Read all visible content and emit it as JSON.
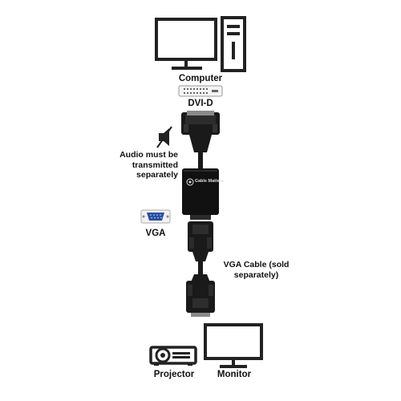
{
  "labels": {
    "computer": "Computer",
    "dvid": "DVI-D",
    "audio": "Audio must be transmitted separately",
    "vga": "VGA",
    "vga_cable": "VGA Cable (sold separately)",
    "projector": "Projector",
    "monitor": "Monitor"
  },
  "brand": {
    "text": "Cable Matters"
  },
  "icons": {
    "computer": "desktop-computer-icon",
    "dvi_port": "dvi-port-icon",
    "audio_muted": "speaker-muted-icon",
    "vga_port": "vga-port-icon",
    "projector": "projector-icon",
    "monitor": "monitor-icon"
  },
  "colors": {
    "connector": "#1a1a1a",
    "vga_port_blue": "#2a4fa0",
    "icon_outline": "#222222"
  }
}
